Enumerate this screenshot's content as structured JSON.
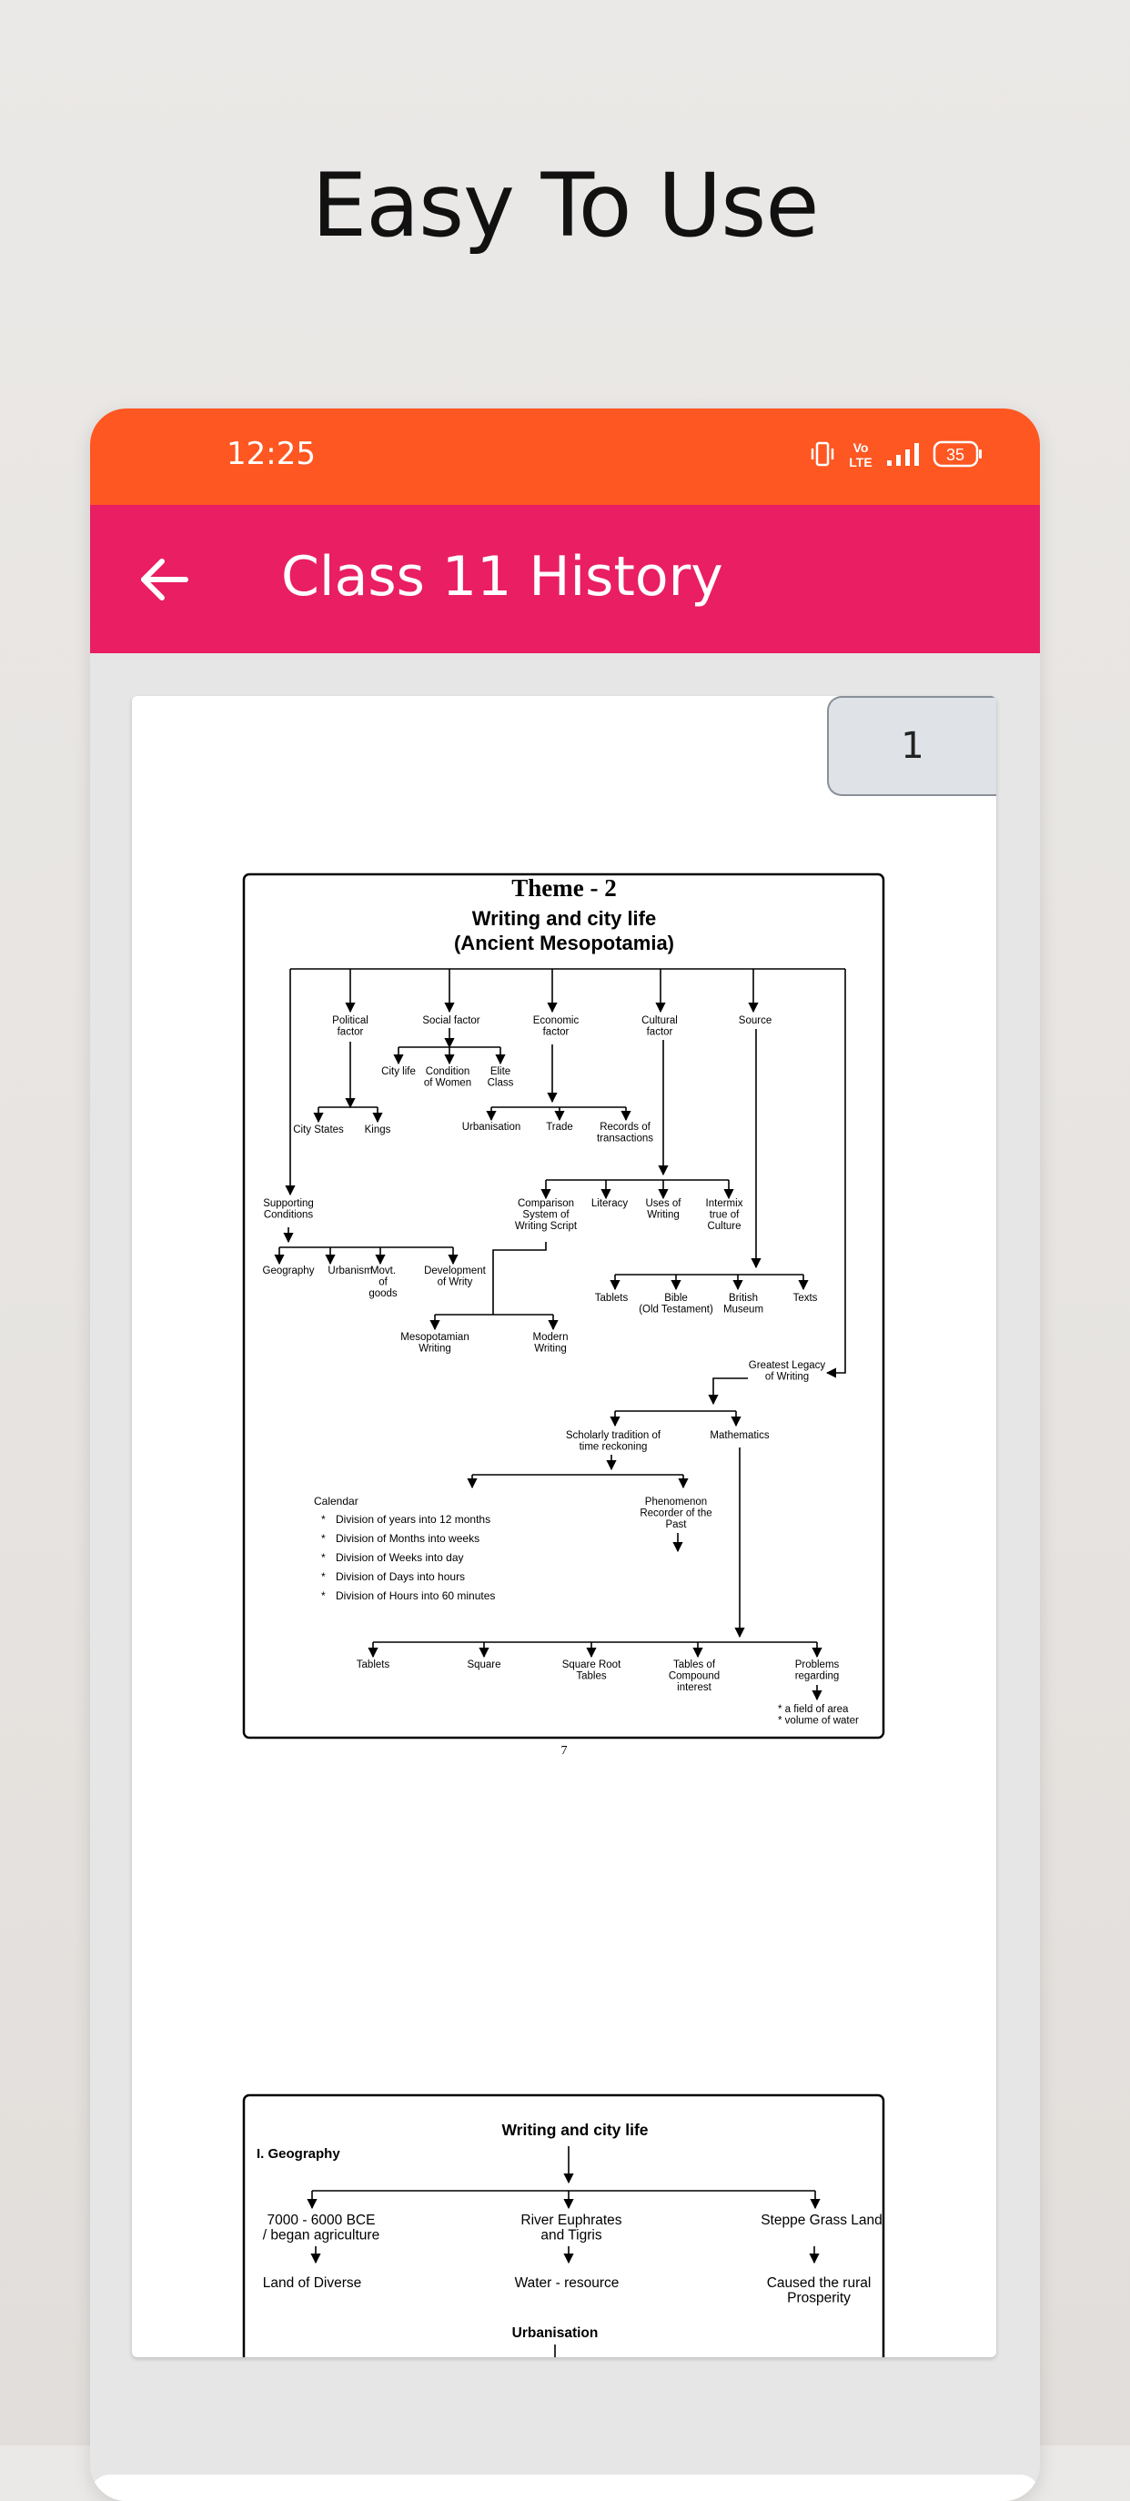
{
  "promo": {
    "title": "Easy To Use"
  },
  "status_bar": {
    "time": "12:25",
    "battery": "35",
    "volte": "Vo LTE",
    "icons": [
      "vibrate-icon",
      "volte-icon",
      "signal-icon",
      "battery-icon"
    ]
  },
  "app_bar": {
    "title": "Class 11 History",
    "back_icon": "arrow-left-icon"
  },
  "colors": {
    "status_bar": "#fe5722",
    "app_bar": "#e91e63",
    "background": "#e6e6e6"
  },
  "viewer": {
    "page_indicator": "1"
  },
  "page1": {
    "theme": "Theme - 2",
    "title_line1": "Writing and city life",
    "title_line2": "(Ancient Mesopotamia)",
    "page_number": "7",
    "nodes": {
      "political": [
        "Political",
        "factor"
      ],
      "social": [
        "Social factor"
      ],
      "economic": [
        "Economic",
        "factor"
      ],
      "cultural": [
        "Cultural",
        "factor"
      ],
      "source": [
        "Source"
      ],
      "city_life": [
        "City life"
      ],
      "condition_women": [
        "Condition",
        "of Women"
      ],
      "elite_class": [
        "Elite",
        "Class"
      ],
      "city_states": [
        "City States"
      ],
      "kings": [
        "Kings"
      ],
      "urbanisation": [
        "Urbanisation"
      ],
      "trade": [
        "Trade"
      ],
      "records": [
        "Records of",
        "transactions"
      ],
      "supporting": [
        "Supporting",
        "Conditions"
      ],
      "comparison": [
        "Comparison",
        "System of",
        "Writing Script"
      ],
      "literacy": [
        "Literacy"
      ],
      "uses_writing": [
        "Uses of",
        "Writing"
      ],
      "intermix": [
        "Intermix",
        "true  of",
        "Culture"
      ],
      "geography": [
        "Geography"
      ],
      "urbanism": [
        "Urbanism"
      ],
      "movt_goods": [
        "Movt.",
        "of",
        "goods"
      ],
      "development": [
        "Development",
        "of Writy"
      ],
      "tablets_src": [
        "Tablets"
      ],
      "bible": [
        "Bible",
        "(Old Testament)"
      ],
      "british_museum": [
        "British",
        "Museum"
      ],
      "texts": [
        "Texts"
      ],
      "meso_writing": [
        "Mesopotamian",
        "Writing"
      ],
      "modern_writing": [
        "Modern",
        "Writing"
      ],
      "greatest_legacy": [
        "Greatest Legacy",
        "of Writing"
      ],
      "scholarly": [
        "Scholarly tradition of",
        "time reckoning"
      ],
      "mathematics": [
        "Mathematics"
      ],
      "phenomenon": [
        "Phenomenon",
        "Recorder of the",
        "Past"
      ],
      "tablets_math": [
        "Tablets"
      ],
      "square": [
        "Square"
      ],
      "square_root": [
        "Square Root",
        "Tables"
      ],
      "compound": [
        "Tables of",
        "Compound",
        "interest"
      ],
      "problems": [
        "Problems",
        "regarding"
      ],
      "problems_notes": [
        "* a field of area",
        "* volume of water"
      ]
    },
    "calendar": {
      "heading": "Calendar",
      "items": [
        "Division of years into 12 months",
        "Division of Months into weeks",
        "Division of Weeks into day",
        "Division of Days into hours",
        "Division of Hours into 60 minutes"
      ]
    }
  },
  "page2": {
    "title": "Writing and city life",
    "section": "I.  Geography",
    "nodes": {
      "bce": [
        "7000 - 6000 BCE",
        "/ began agriculture"
      ],
      "rivers": [
        "River  Euphrates",
        "and Tigris"
      ],
      "steppe": [
        "Steppe Grass Land"
      ],
      "diverse": [
        "Land of Diverse"
      ],
      "water": [
        "Water - resource"
      ],
      "rural": [
        "Caused the rural",
        "Prosperity"
      ]
    },
    "urbanisation": "Urbanisation"
  }
}
